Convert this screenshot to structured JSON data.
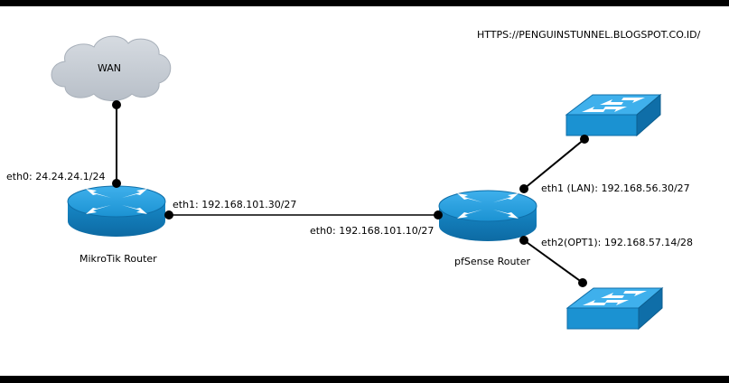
{
  "header": {
    "url": "HTTPS://PENGUINSTUNNEL.BLOGSPOT.CO.ID/"
  },
  "nodes": {
    "wan_label": "WAN",
    "mikrotik_label": "MikroTik Router",
    "pfsense_label": "pfSense Router"
  },
  "interfaces": {
    "mikrotik_eth0": "eth0: 24.24.24.1/24",
    "mikrotik_eth1": "eth1: 192.168.101.30/27",
    "pfsense_eth0": "eth0: 192.168.101.10/27",
    "pfsense_eth1": "eth1 (LAN): 192.168.56.30/27",
    "pfsense_eth2": "eth2(OPT1): 192.168.57.14/28"
  },
  "colors": {
    "device_blue": "#1a90d0",
    "device_dark": "#0f6ea8",
    "cloud_fill": "#c8ced6",
    "line": "#000000"
  },
  "icons": [
    "cloud-icon",
    "router-icon",
    "switch-icon"
  ]
}
